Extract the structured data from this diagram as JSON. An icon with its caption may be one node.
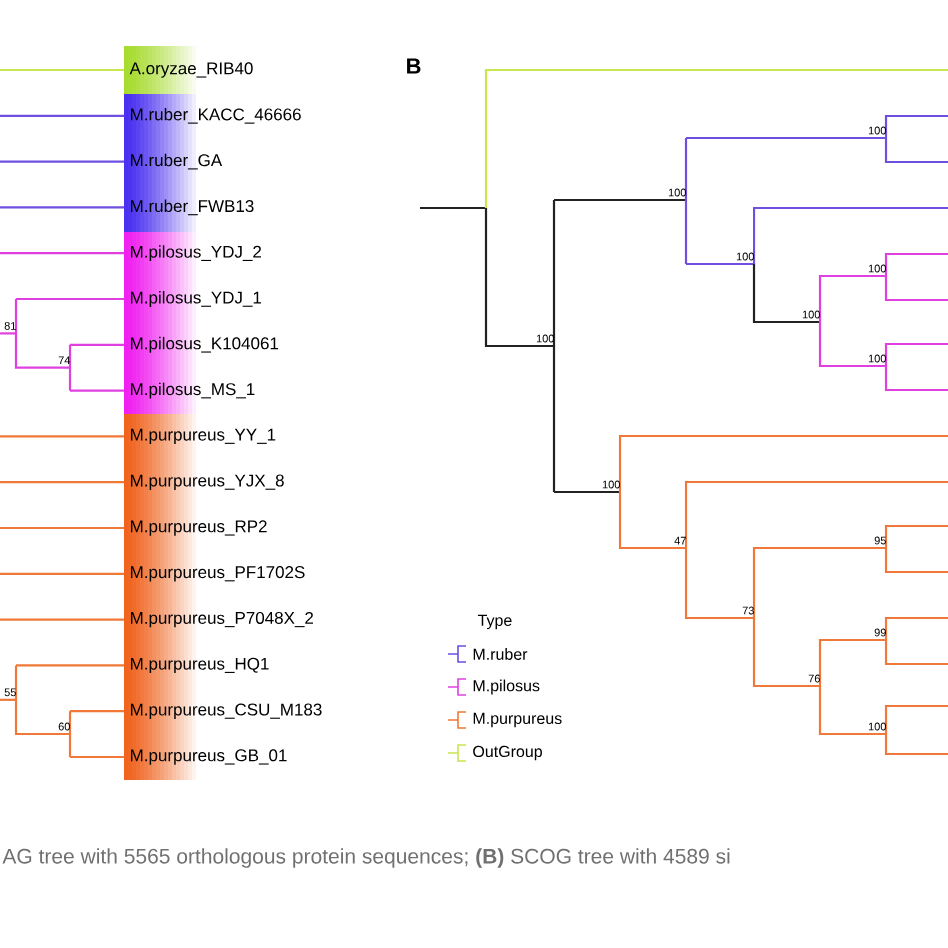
{
  "diagram": {
    "caption": "AG tree with 5565 orthologous protein sequences; **(B)** SCOG tree with 4589 si",
    "labels": [
      "A.oryzae_RIB40",
      "M.ruber_KACC_46666",
      "M.ruber_GA",
      "M.ruber_FWB13",
      "M.pilosus_YDJ_2",
      "M.pilosus_YDJ_1",
      "M.pilosus_K104061",
      "M.pilosus_MS_1",
      "M.purpureus_YY_1",
      "M.purpureus_YJX_8",
      "M.purpureus_RP2",
      "M.purpureus_PF1702S",
      "M.purpureus_P7048X_2",
      "M.purpureus_HQ1",
      "M.purpureus_CSU_M183",
      "M.purpureus_GB_01",
      "81",
      "74",
      "55",
      "60",
      "B",
      "100",
      "100",
      "100",
      "100",
      "100",
      "100",
      "100",
      "100",
      "47",
      "95",
      "73",
      "99",
      "76",
      "100",
      "Type"
    ],
    "legend": [
      {
        "text": "M.ruber"
      },
      {
        "text": "M.pilosus"
      },
      {
        "text": "M.purpureus"
      },
      {
        "text": "OutGroup"
      }
    ]
  }
}
